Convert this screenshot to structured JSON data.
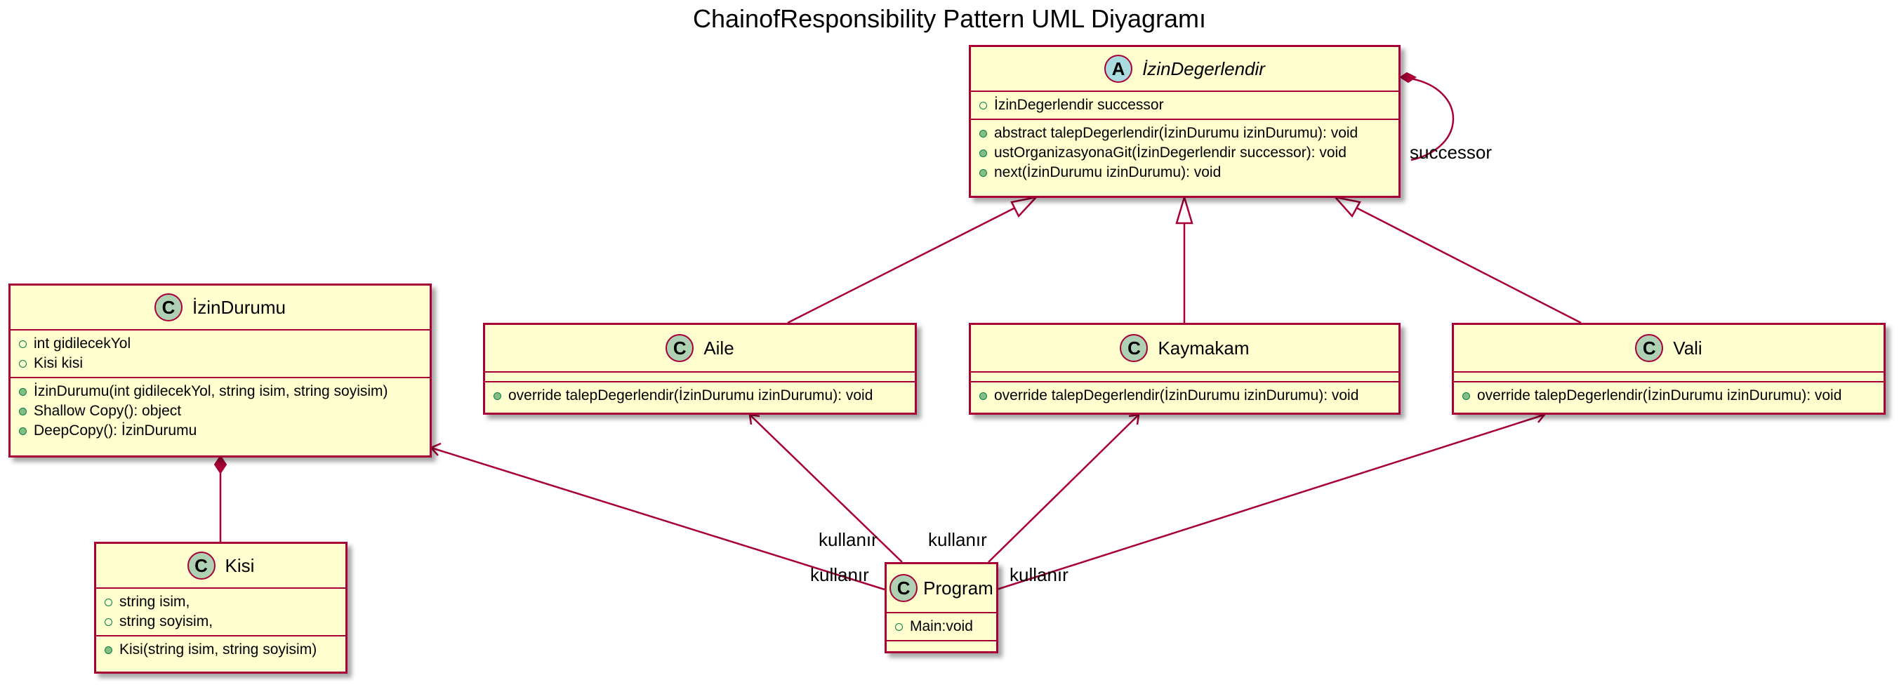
{
  "title": "ChainofResponsibility Pattern UML Diyagramı",
  "colors": {
    "border": "#A80036",
    "fill": "#FEFECE",
    "class_badge": "#ADD1B2",
    "abstract_badge": "#A9DCDF"
  },
  "classes": {
    "izinDegerlendir": {
      "stereotype": "A",
      "name": "İzinDegerlendir",
      "fields": [
        "İzinDegerlendir successor"
      ],
      "methods": [
        "abstract talepDegerlendir(İzinDurumu izinDurumu): void",
        "ustOrganizasyonaGit(İzinDegerlendir successor): void",
        "next(İzinDurumu izinDurumu): void"
      ]
    },
    "izinDurumu": {
      "stereotype": "C",
      "name": "İzinDurumu",
      "fields": [
        "int gidilecekYol",
        "Kisi kisi"
      ],
      "methods": [
        "İzinDurumu(int gidilecekYol, string isim, string soyisim)",
        "Shallow Copy(): object",
        "DeepCopy(): İzinDurumu"
      ]
    },
    "aile": {
      "stereotype": "C",
      "name": "Aile",
      "fields": [],
      "methods": [
        "override talepDegerlendir(İzinDurumu izinDurumu): void"
      ]
    },
    "kaymakam": {
      "stereotype": "C",
      "name": "Kaymakam",
      "fields": [],
      "methods": [
        "override talepDegerlendir(İzinDurumu izinDurumu): void"
      ]
    },
    "vali": {
      "stereotype": "C",
      "name": "Vali",
      "fields": [],
      "methods": [
        "override talepDegerlendir(İzinDurumu izinDurumu): void"
      ]
    },
    "kisi": {
      "stereotype": "C",
      "name": "Kisi",
      "fields": [
        "string isim,",
        "string soyisim,"
      ],
      "methods": [
        "Kisi(string isim, string soyisim)"
      ]
    },
    "program": {
      "stereotype": "C",
      "name": "Program",
      "fields": [
        "Main:void"
      ],
      "methods": []
    }
  },
  "edge_labels": {
    "successor": "successor",
    "uses_aile": "kullanır",
    "uses_kaymakam": "kullanır",
    "uses_izindurumu": "kullanır",
    "uses_vali": "kullanır"
  }
}
